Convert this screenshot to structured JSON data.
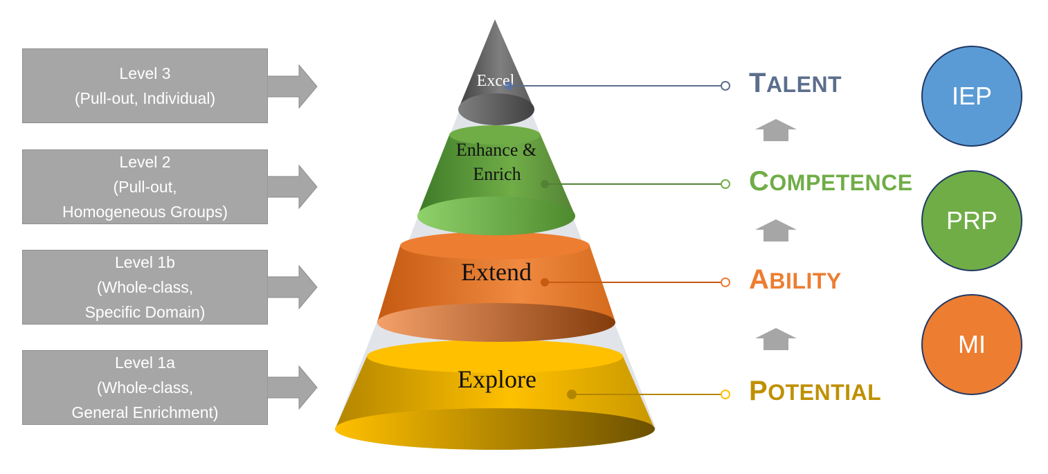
{
  "levels": [
    {
      "lines": [
        "Level 3",
        "(Pull-out, Individual)"
      ]
    },
    {
      "lines": [
        "Level 2",
        "(Pull-out,",
        "Homogeneous Groups)"
      ]
    },
    {
      "lines": [
        "Level 1b",
        "(Whole-class,",
        "Specific Domain)"
      ]
    },
    {
      "lines": [
        "Level 1a",
        "(Whole-class,",
        "General Enrichment)"
      ]
    }
  ],
  "cone": {
    "excel": "Excel",
    "enhance_line1": "Enhance &",
    "enhance_line2": "Enrich",
    "extend": "Extend",
    "explore": "Explore"
  },
  "tiers": [
    {
      "cap": "T",
      "rest": "ALENT",
      "color": "#5b6e8c"
    },
    {
      "cap": "C",
      "rest": "OMPETENCE",
      "color": "#70ad47"
    },
    {
      "cap": "A",
      "rest": "BILITY",
      "color": "#ed7d31"
    },
    {
      "cap": "P",
      "rest": "OTENTIAL",
      "color": "#bf9000"
    }
  ],
  "circles": [
    {
      "label": "IEP",
      "color": "#5b9bd5"
    },
    {
      "label": "PRP",
      "color": "#70ad47"
    },
    {
      "label": "MI",
      "color": "#ed7d31"
    }
  ],
  "colors": {
    "box_gray": "#a6a6a6",
    "excel_gray": "#595959",
    "enhance_green": "#70ad47",
    "extend_orange": "#ed7d31",
    "explore_gold": "#ffc000",
    "up_arrow_gray": "#a6a6a6"
  }
}
